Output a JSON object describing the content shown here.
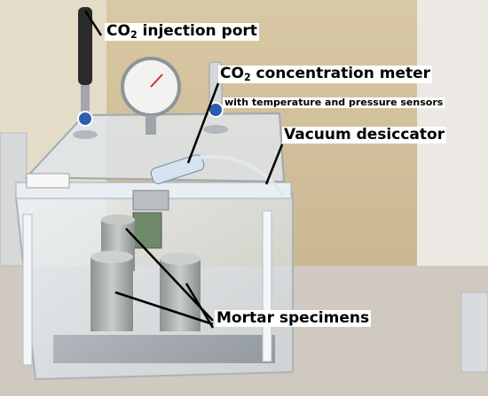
{
  "callouts": {
    "injection_port": {
      "pre": "CO",
      "sub": "2",
      "post": " injection port"
    },
    "concentration_meter": {
      "pre": "CO",
      "sub": "2",
      "post": " concentration meter"
    },
    "meter_sensors": "with temperature and pressure sensors",
    "vacuum_desiccator": "Vacuum desiccator",
    "mortar_specimens": "Mortar specimens"
  },
  "colors": {
    "label_text": "#000000",
    "label_background": "#ffffff",
    "leader_line": "#000000"
  }
}
